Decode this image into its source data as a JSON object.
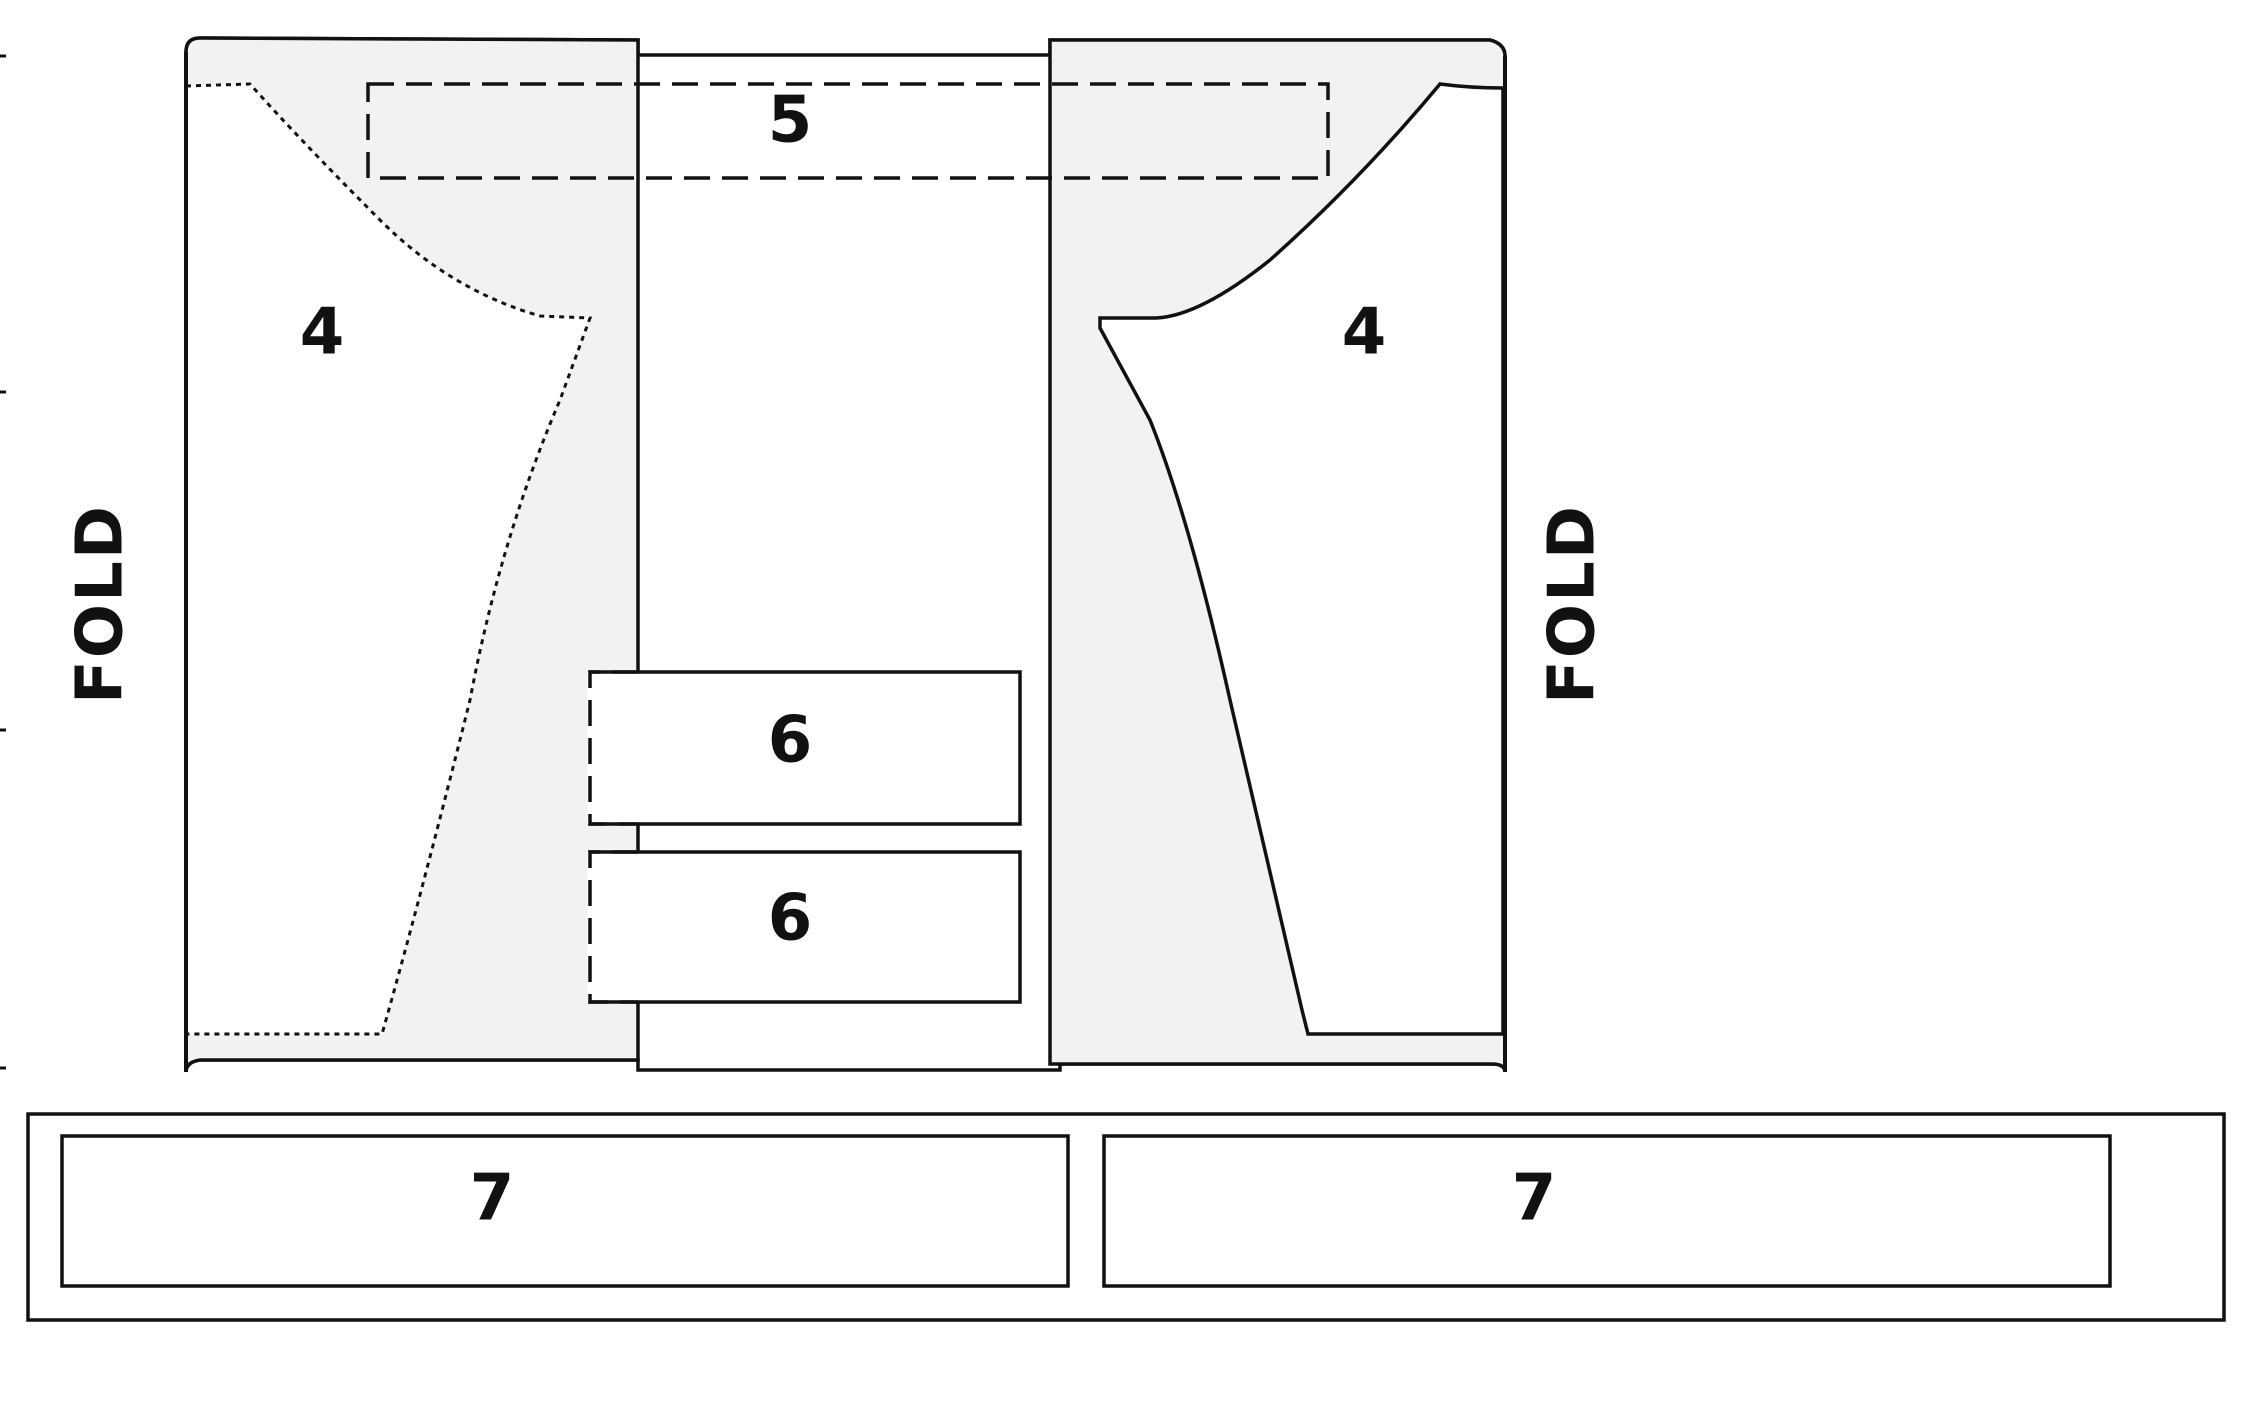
{
  "colors": {
    "line": "#111111",
    "fabric_fill": "#f2f2f2",
    "background": "#ffffff"
  },
  "fold": {
    "left": "FOLD",
    "right": "FOLD"
  },
  "pieces": {
    "piece_4_left": "4",
    "piece_4_right": "4",
    "piece_5": "5",
    "piece_6_top": "6",
    "piece_6_bottom": "6",
    "piece_7_left": "7",
    "piece_7_right": "7"
  }
}
